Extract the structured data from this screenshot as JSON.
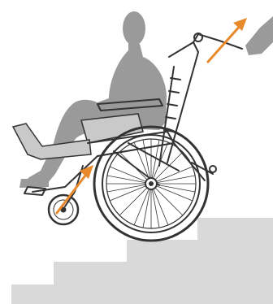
{
  "illustration": {
    "colors": {
      "background": "#ffffff",
      "stairs": "#d9d9d9",
      "silhouette": "#999999",
      "frame": "#333333",
      "seat_cushion": "#c8c8c8",
      "arrow": "#e8892b"
    },
    "icons": {
      "person": "seated-person-silhouette",
      "chair": "tilt-in-space-wheelchair",
      "arrows": "lift-direction-arrows"
    }
  }
}
